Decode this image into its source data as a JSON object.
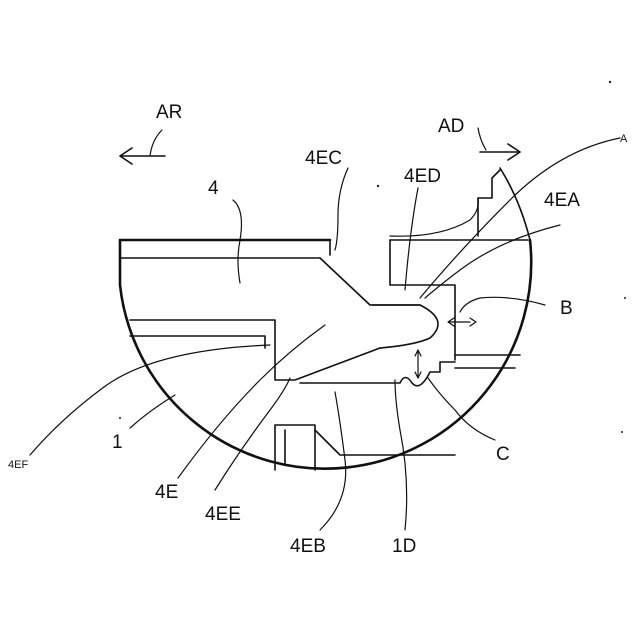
{
  "labels": {
    "ar": "AR",
    "ad": "AD",
    "a": "A",
    "four": "4",
    "fourEC": "4EC",
    "fourED": "4ED",
    "fourEA": "4EA",
    "b": "B",
    "c": "C",
    "fourEF": "4EF",
    "one": "1",
    "fourE": "4E",
    "fourEE": "4EE",
    "fourEB": "4EB",
    "oneD": "1D"
  }
}
